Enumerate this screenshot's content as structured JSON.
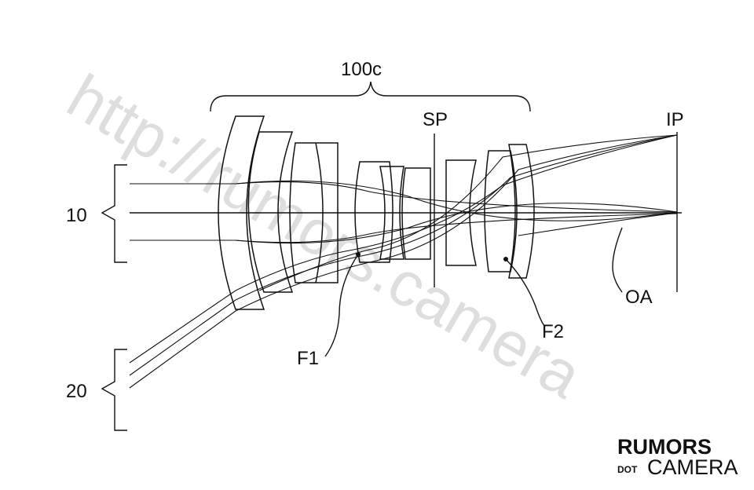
{
  "watermark": "http://rumors.camera",
  "labels": {
    "system": "100c",
    "stop": "SP",
    "image_plane": "IP",
    "group_10": "10",
    "group_20": "20",
    "axis": "OA",
    "f1": "F1",
    "f2": "F2"
  },
  "logo": {
    "top": "RUMORS",
    "dot": "DOT",
    "bottom": "CAMERA"
  }
}
